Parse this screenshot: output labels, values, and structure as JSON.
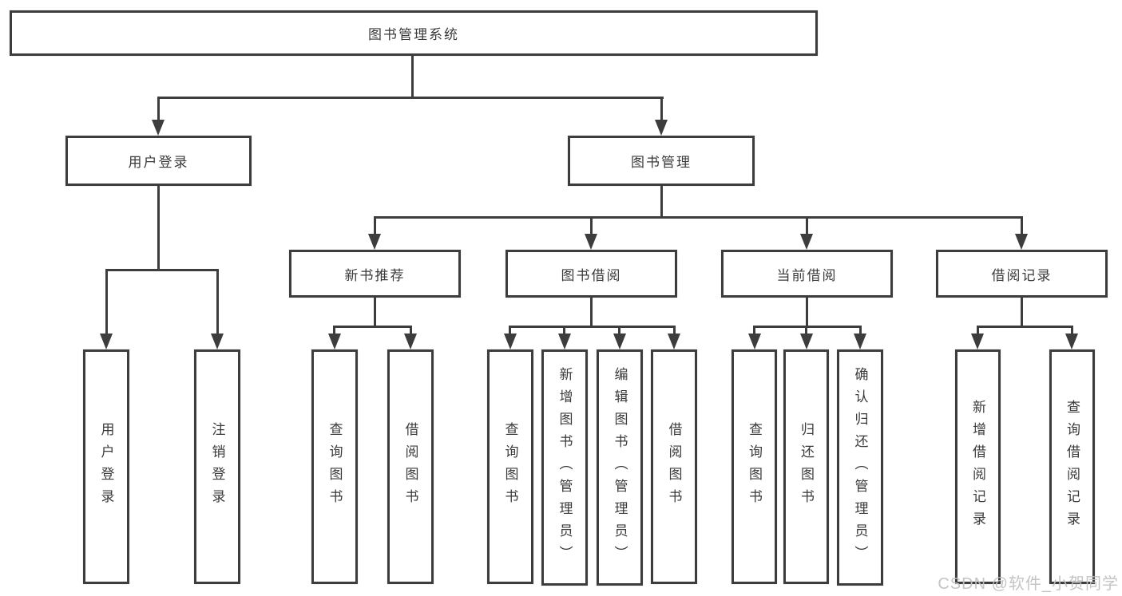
{
  "diagram": {
    "title": "图书管理系统",
    "root": {
      "label": "图书管理系统"
    },
    "level2": [
      {
        "id": "user-login",
        "label": "用户登录"
      },
      {
        "id": "book-management",
        "label": "图书管理"
      }
    ],
    "level3": [
      {
        "id": "new-book-recommend",
        "label": "新书推荐"
      },
      {
        "id": "book-borrow",
        "label": "图书借阅"
      },
      {
        "id": "current-borrow",
        "label": "当前借阅"
      },
      {
        "id": "borrow-records",
        "label": "借阅记录"
      }
    ],
    "leaves": [
      {
        "id": "user-login",
        "label": "用户登录",
        "parent": "用户登录"
      },
      {
        "id": "logout",
        "label": "注销登录",
        "parent": "用户登录"
      },
      {
        "id": "query-books-1",
        "label": "查询图书",
        "parent": "新书推荐"
      },
      {
        "id": "borrow-books-1",
        "label": "借阅图书",
        "parent": "新书推荐"
      },
      {
        "id": "query-books-2",
        "label": "查询图书",
        "parent": "图书借阅"
      },
      {
        "id": "add-book-admin",
        "label": "新增图书（管理员）",
        "parent": "图书借阅"
      },
      {
        "id": "edit-book-admin",
        "label": "编辑图书（管理员）",
        "parent": "图书借阅"
      },
      {
        "id": "borrow-books-2",
        "label": "借阅图书",
        "parent": "图书借阅"
      },
      {
        "id": "query-books-3",
        "label": "查询图书",
        "parent": "当前借阅"
      },
      {
        "id": "return-books",
        "label": "归还图书",
        "parent": "当前借阅"
      },
      {
        "id": "confirm-return-admin",
        "label": "确认归还（管理员）",
        "parent": "当前借阅"
      },
      {
        "id": "add-borrow-record",
        "label": "新增借阅记录",
        "parent": "借阅记录"
      },
      {
        "id": "query-borrow-record",
        "label": "查询借阅记录",
        "parent": "借阅记录"
      }
    ]
  },
  "watermark": {
    "text": "CSDN @软件_小贺同学",
    "color": "#c1c1c1"
  },
  "colors": {
    "line": "#3d3d3d",
    "text": "#3a3a3a",
    "background": "#ffffff"
  }
}
